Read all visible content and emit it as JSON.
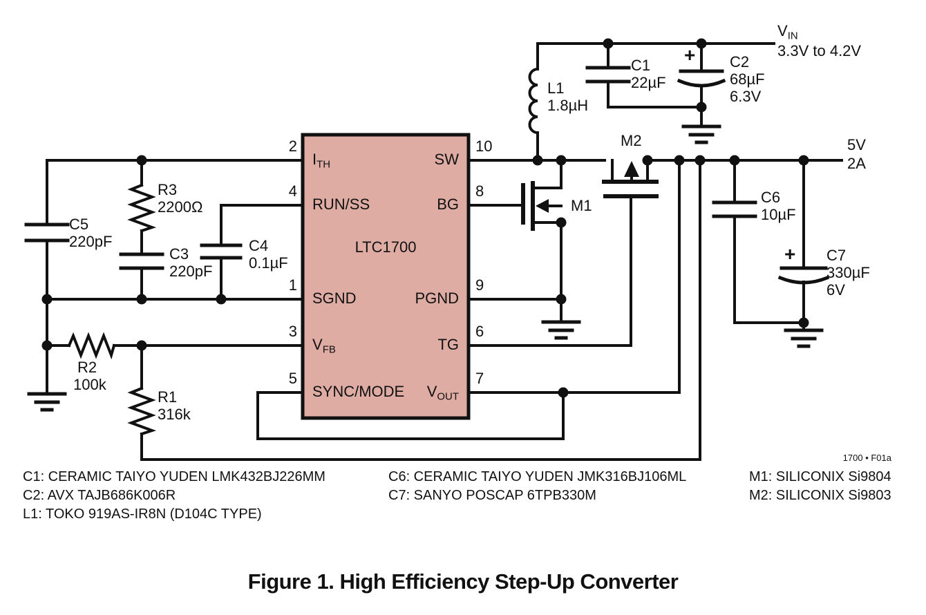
{
  "ic": {
    "name": "LTC1700",
    "left_pins": [
      {
        "num": "2",
        "label": "I",
        "sub": "TH"
      },
      {
        "num": "4",
        "label": "RUN/SS",
        "sub": ""
      },
      {
        "num": "1",
        "label": "SGND",
        "sub": ""
      },
      {
        "num": "3",
        "label": "V",
        "sub": "FB"
      },
      {
        "num": "5",
        "label": "SYNC/MODE",
        "sub": ""
      }
    ],
    "right_pins": [
      {
        "num": "10",
        "label": "SW",
        "sub": ""
      },
      {
        "num": "8",
        "label": "BG",
        "sub": ""
      },
      {
        "num": "9",
        "label": "PGND",
        "sub": ""
      },
      {
        "num": "6",
        "label": "TG",
        "sub": ""
      },
      {
        "num": "7",
        "label": "V",
        "sub": "OUT"
      }
    ]
  },
  "components": {
    "c5": {
      "ref": "C5",
      "value": "220pF"
    },
    "r3": {
      "ref": "R3",
      "value": "2200Ω"
    },
    "c3": {
      "ref": "C3",
      "value": "220pF"
    },
    "c4": {
      "ref": "C4",
      "value": "0.1µF"
    },
    "r2": {
      "ref": "R2",
      "value": "100k"
    },
    "r1": {
      "ref": "R1",
      "value": "316k"
    },
    "l1": {
      "ref": "L1",
      "value": "1.8µH"
    },
    "c1": {
      "ref": "C1",
      "value": "22µF"
    },
    "c2": {
      "ref": "C2",
      "value": "68µF",
      "value2": "6.3V"
    },
    "c6": {
      "ref": "C6",
      "value": "10µF"
    },
    "c7": {
      "ref": "C7",
      "value": "330µF",
      "value2": "6V"
    },
    "m1": {
      "ref": "M1"
    },
    "m2": {
      "ref": "M2"
    }
  },
  "power": {
    "vin_v": "V",
    "vin_sub": "IN",
    "vin_range": "3.3V to 4.2V",
    "out_v": "5V",
    "out_i": "2A"
  },
  "labels": {
    "plus": "+",
    "fig_id": "1700 • F01a"
  },
  "notes": {
    "col1": [
      "C1: CERAMIC TAIYO YUDEN LMK432BJ226MM",
      "C2: AVX TAJB686K006R",
      "L1: TOKO 919AS-IR8N (D104C TYPE)"
    ],
    "col2": [
      "C6: CERAMIC TAIYO YUDEN JMK316BJ106ML",
      "C7: SANYO POSCAP 6TPB330M"
    ],
    "col3": [
      "M1: SILICONIX Si9804",
      "M2: SILICONIX Si9803"
    ]
  },
  "caption": "Figure 1. High Efficiency Step-Up Converter",
  "colors": {
    "ic_fill": "#dfaca4",
    "line": "#111111"
  }
}
